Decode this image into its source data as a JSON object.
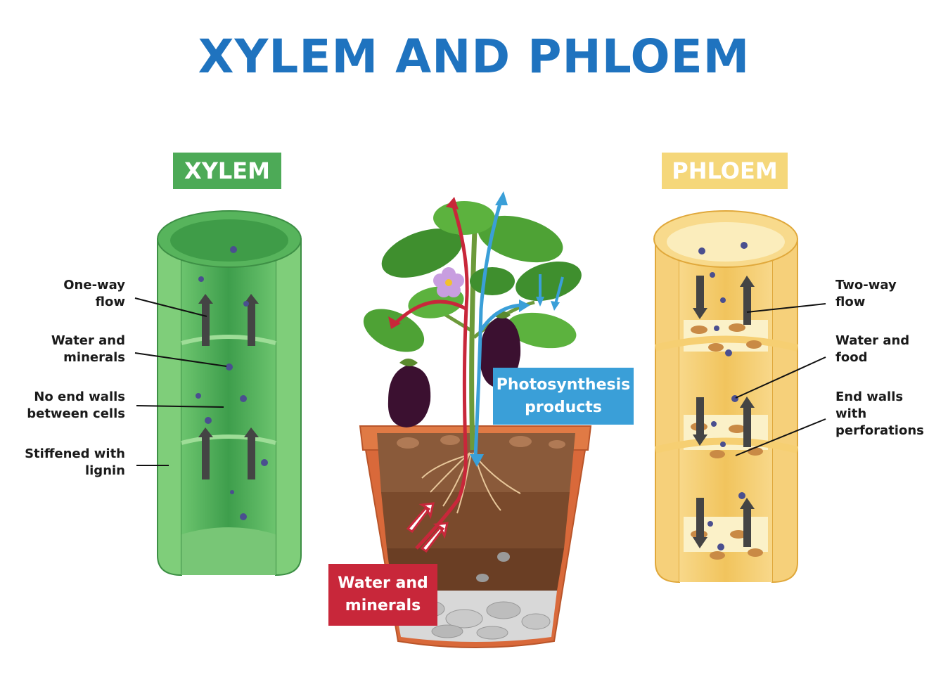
{
  "title": "XYLEM AND PHLOEM",
  "xylem": {
    "tag": "XYLEM",
    "labels": [
      "One-way\nflow",
      "Water and\nminerals",
      "No end walls\nbetween cells",
      "Stiffened with\nlignin"
    ]
  },
  "phloem": {
    "tag": "PHLOEM",
    "labels": [
      "Two-way\nflow",
      "Water and\nfood",
      "End walls\nwith\nperforations"
    ]
  },
  "plant": {
    "photosynthesis_label": "Photosynthesis\nproducts",
    "water_label": "Water and\nminerals"
  },
  "colors": {
    "title": "#1f73bf",
    "xylem_green": "#4daa57",
    "phloem_yellow": "#f5d77a",
    "photosynthesis_blue": "#3a9fd8",
    "water_red": "#c8273a"
  }
}
